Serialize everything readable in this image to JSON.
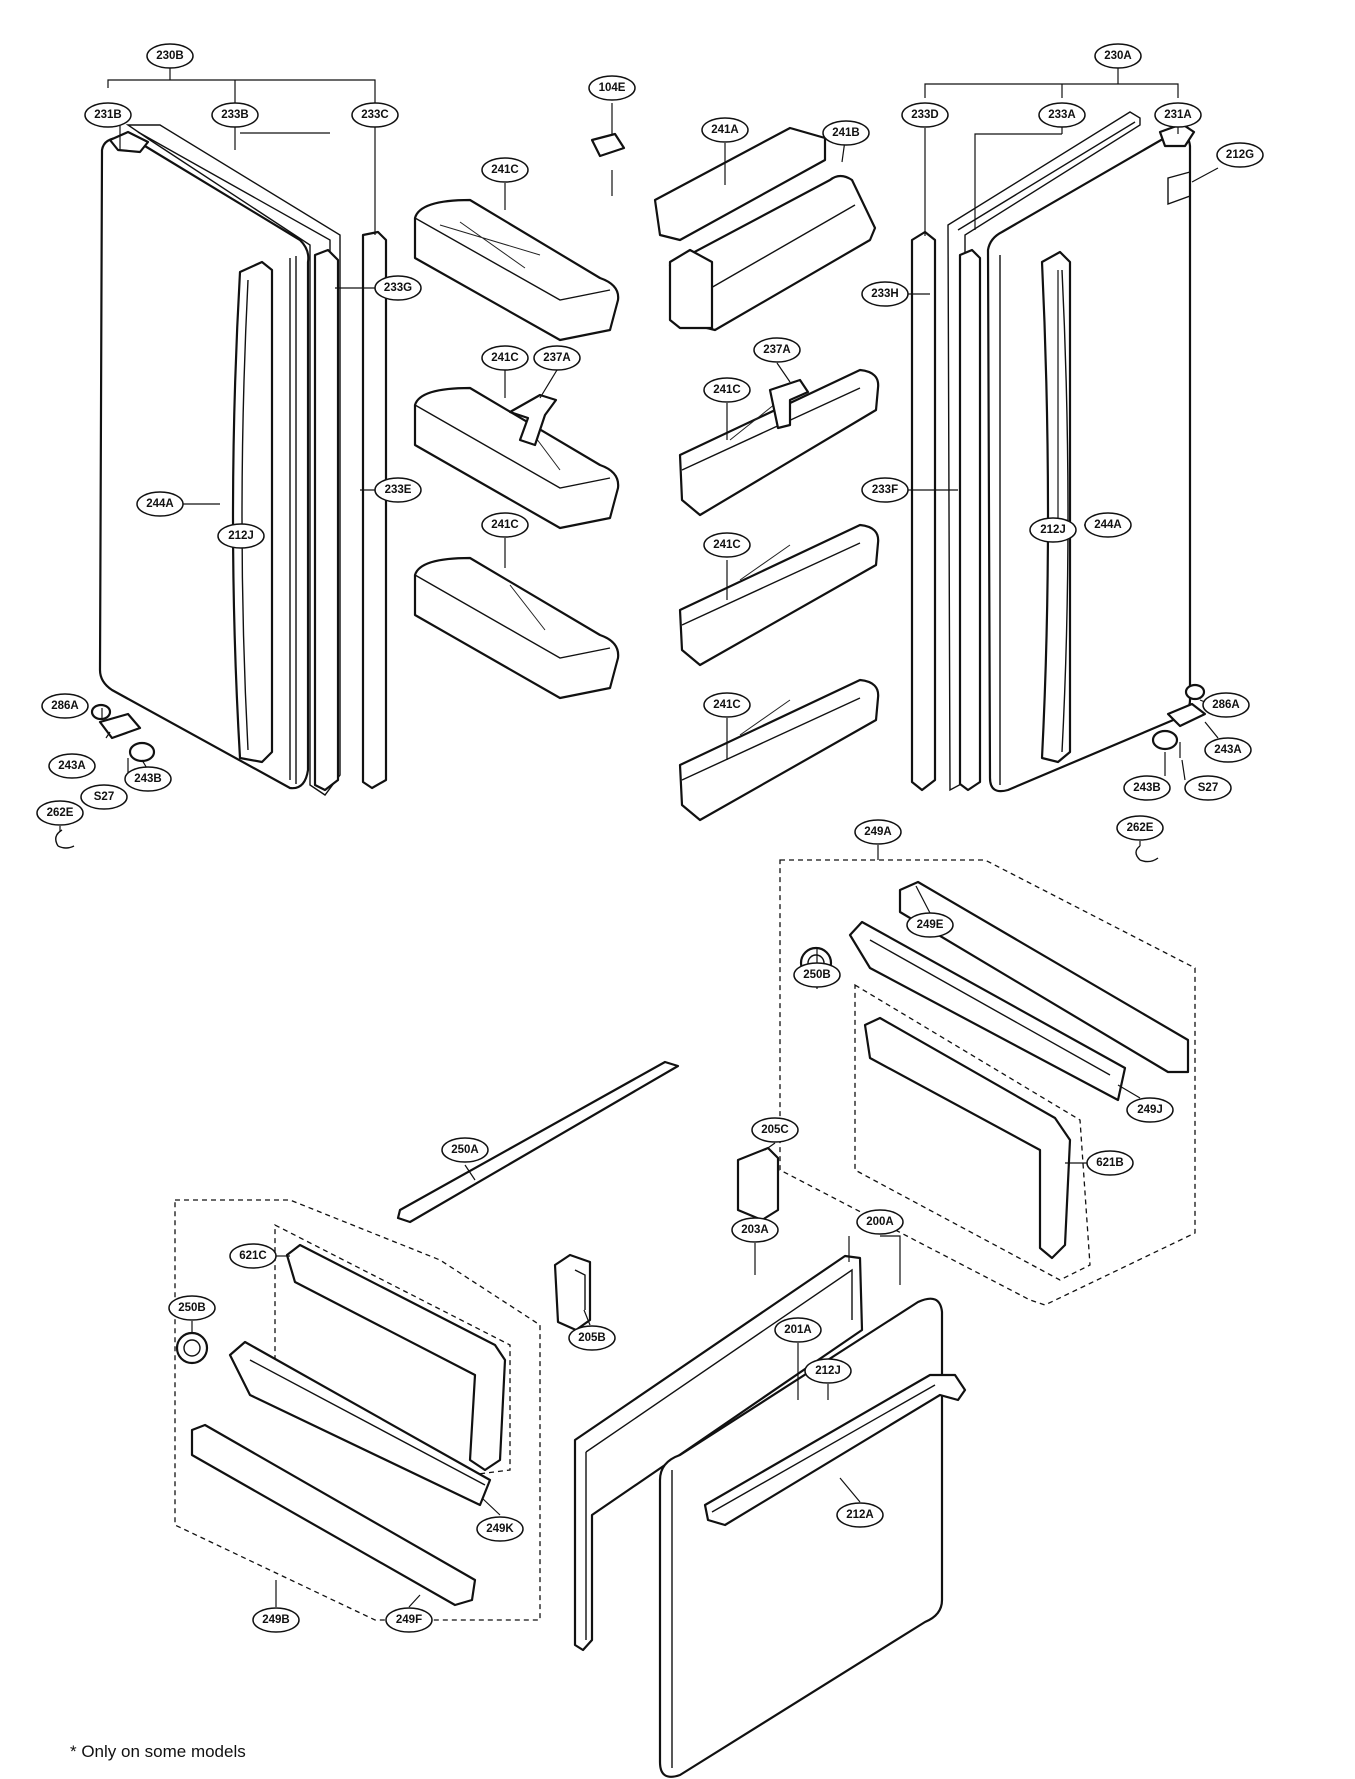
{
  "footnote": "* Only on some models",
  "callouts": [
    "230B",
    "231B",
    "233B",
    "233C",
    "233G",
    "233E",
    "244A",
    "212J",
    "286A",
    "243A",
    "S27",
    "243B",
    "262E",
    "104E",
    "241C",
    "241C",
    "241C",
    "237A",
    "241A",
    "241B",
    "237A",
    "241C",
    "241C",
    "241C",
    "230A",
    "233D",
    "233A",
    "231A",
    "212G",
    "233H",
    "233F",
    "212J",
    "244A",
    "286A",
    "243A",
    "243B",
    "S27",
    "262E",
    "249A",
    "249E",
    "250B",
    "249J",
    "621B",
    "250A",
    "205C",
    "205B",
    "203A",
    "200A",
    "201A",
    "212J",
    "212A",
    "621C",
    "250B",
    "249K",
    "249B",
    "249F"
  ]
}
